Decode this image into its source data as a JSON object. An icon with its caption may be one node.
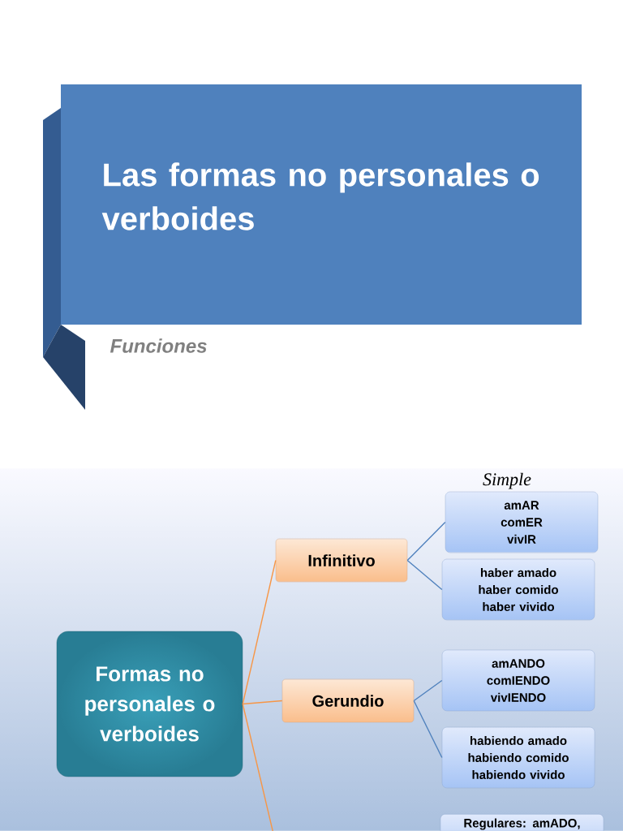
{
  "diagram": {
    "title": "Las formas no personales o verboides",
    "nodes": [
      {
        "text": [
          "Formas no personales o verboides"
        ]
      },
      {
        "text": [
          "Infinitivo"
        ]
      },
      {
        "text": [
          "Gerundio"
        ]
      },
      {
        "text": [
          "amAR comER vivIR"
        ],
        "beside": [
          "Simple"
        ]
      },
      {
        "text": [
          "haber amado haber comido haber vivido"
        ]
      },
      {
        "text": [
          "amANDO comIENDO vivIENDO"
        ]
      },
      {
        "text": [
          "habiendo amado habiendo comido habiendo vivido"
        ]
      },
      {
        "text": [
          "Regulares: amADO,"
        ]
      }
    ],
    "edges": [
      {
        "from": 0,
        "to": 1,
        "arrow": "none",
        "color": "#f79646"
      },
      {
        "from": 0,
        "to": 2,
        "arrow": "none",
        "color": "#f79646"
      },
      {
        "from": 0,
        "to": null,
        "arrow": "none",
        "color": "#f79646"
      },
      {
        "from": 1,
        "to": 3,
        "arrow": "none"
      },
      {
        "from": 1,
        "to": 4,
        "arrow": "none"
      },
      {
        "from": 2,
        "to": 5,
        "arrow": "none"
      },
      {
        "from": 2,
        "to": 6,
        "arrow": "none"
      }
    ],
    "labels": [
      "Funciones"
    ]
  }
}
